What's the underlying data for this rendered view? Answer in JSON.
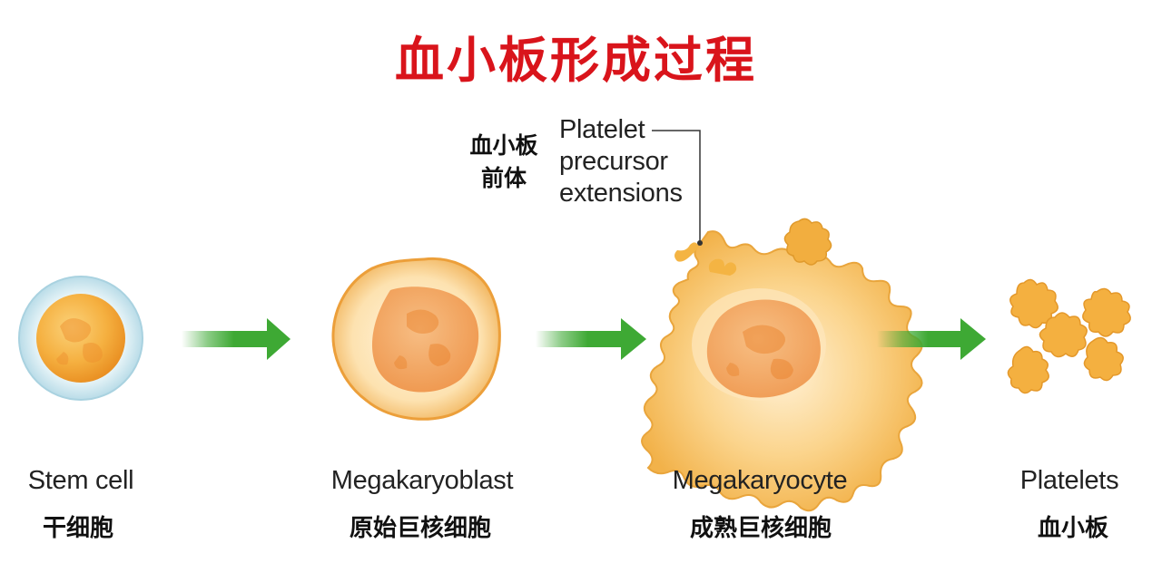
{
  "title": "血小板形成过程",
  "callout": {
    "cn_line1": "血小板",
    "cn_line2": "前体",
    "en_line1": "Platelet",
    "en_line2": "precursor",
    "en_line3": "extensions"
  },
  "stages": [
    {
      "en": "Stem cell",
      "cn": "干细胞"
    },
    {
      "en": "Megakaryoblast",
      "cn": "原始巨核细胞"
    },
    {
      "en": "Megakaryocyte",
      "cn": "成熟巨核细胞"
    },
    {
      "en": "Platelets",
      "cn": "血小板"
    }
  ],
  "colors": {
    "title": "#d9141b",
    "arrow": "#3ea934",
    "cell_fill": "#f5b84a",
    "nucleus": "#f08a2e",
    "stem_halo": "#cfe7ef"
  }
}
